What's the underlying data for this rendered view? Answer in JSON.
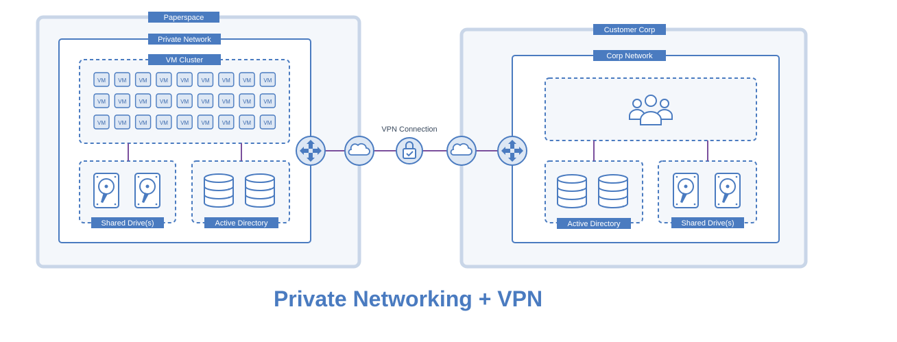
{
  "colors": {
    "accent": "#4a7bc0",
    "accent_dark": "#3c6aad",
    "panel_border": "#c9d6e8",
    "panel_fill": "#f4f7fb",
    "link": "#7a4f9c",
    "vm_fill": "#dde7f4"
  },
  "paperspace": {
    "label": "Paperspace",
    "private_network": {
      "label": "Private Network",
      "vm_cluster": {
        "label": "VM Cluster",
        "vm_label": "VM",
        "rows": 3,
        "cols": 9
      },
      "shared_drives": {
        "label": "Shared Drive(s)",
        "icons": [
          "hard-drive-icon",
          "hard-drive-icon"
        ]
      },
      "active_directory": {
        "label": "Active Directory",
        "icons": [
          "database-icon",
          "database-icon"
        ]
      }
    }
  },
  "connection": {
    "label": "VPN Connection",
    "icons": [
      "router-icon",
      "cloud-icon",
      "lock-icon",
      "cloud-icon",
      "router-icon"
    ]
  },
  "customer": {
    "label": "Customer Corp",
    "corp_network": {
      "label": "Corp Network",
      "users": {
        "icon": "users-icon"
      },
      "active_directory": {
        "label": "Active Directory",
        "icons": [
          "database-icon",
          "database-icon"
        ]
      },
      "shared_drives": {
        "label": "Shared Drive(s)",
        "icons": [
          "hard-drive-icon",
          "hard-drive-icon"
        ]
      }
    }
  },
  "title": "Private Networking + VPN"
}
